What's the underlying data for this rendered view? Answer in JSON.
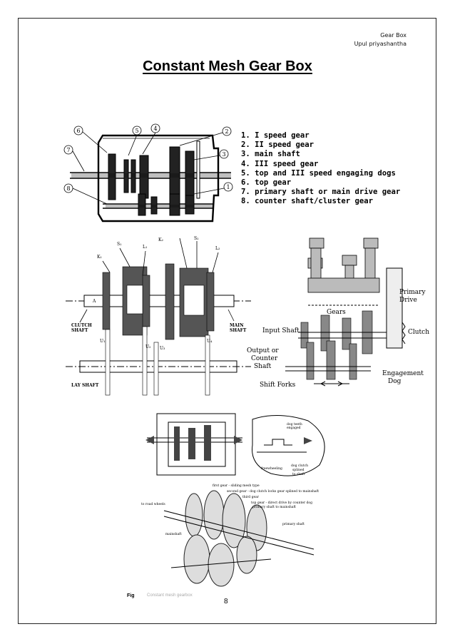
{
  "header": {
    "line1": "Gear Box",
    "line2": "Upul priyashantha"
  },
  "title": "Constant Mesh Gear Box",
  "legend": [
    "1. I speed gear",
    "2. II speed gear",
    "3. main shaft",
    "4. III speed gear",
    "5. top and III speed engaging dogs",
    "6. top gear",
    "7. primary shaft or main drive gear",
    "8. counter shaft/cluster gear"
  ],
  "fig1_callouts": [
    "6",
    "5",
    "4",
    "2",
    "7",
    "3",
    "8",
    "1"
  ],
  "fig2": {
    "labels": {
      "k2": "K₂",
      "s2": "S₂",
      "k1": "K₁",
      "s1": "S₁",
      "l1": "L₁",
      "l2": "L₂",
      "a": "A",
      "u1": "U₁",
      "u2": "U₂",
      "u3": "U₃",
      "u4": "U₄"
    },
    "clutch_shaft": [
      "CLUTCH",
      "SHAFT"
    ],
    "main_shaft": [
      "MAIN",
      "SHAFT"
    ],
    "lay_shaft": "LAY SHAFT"
  },
  "fig3": {
    "primary_drive": [
      "Primary",
      "Drive"
    ],
    "gears": "Gears",
    "input_shaft": "Input Shaft",
    "clutch": "Clutch",
    "output": [
      "Output or",
      "Counter",
      "Shaft"
    ],
    "engagement": [
      "Engagement",
      "Dog"
    ],
    "shift_forks": "Shift Forks"
  },
  "fig4": {
    "dog_teeth": [
      "dog teeth",
      "engaged"
    ],
    "freewheeling": "freewheeling",
    "dog_clutch": [
      "dog clutch",
      "splined",
      "to shaft"
    ],
    "first_gear": "first gear - sliding mesh type",
    "second_gear": "second gear - dog clutch locks gear splined to mainshaft",
    "third_gear": "third gear",
    "top_gear": [
      "top gear - direct drive by counter dog",
      "primary shaft to mainshaft"
    ],
    "road_wheels": "to road wheels",
    "primary_shaft": "primary shaft",
    "mainshaft": "mainshaft"
  },
  "footer": {
    "fig": "Fig",
    "caption": "Constant mesh gearbox",
    "page": "8"
  }
}
